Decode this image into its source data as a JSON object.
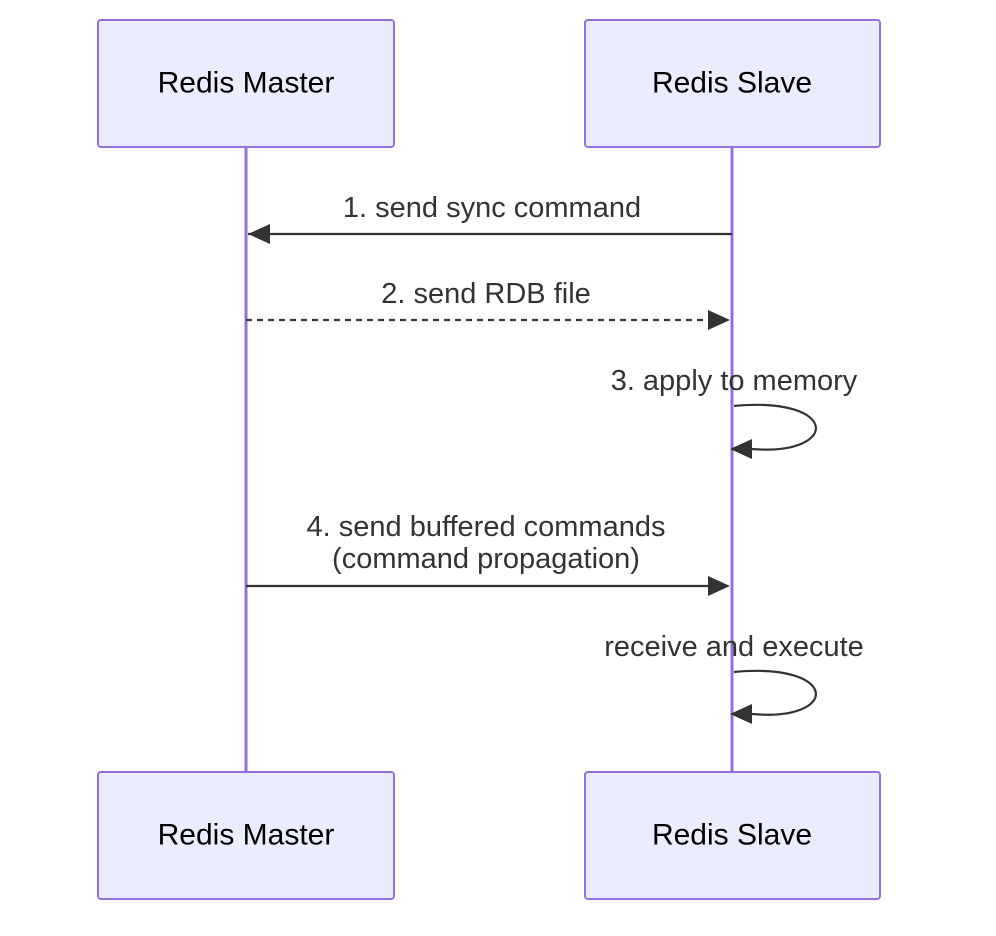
{
  "participants": {
    "master": {
      "label": "Redis Master"
    },
    "slave": {
      "label": "Redis Slave"
    }
  },
  "messages": [
    {
      "from": "slave",
      "to": "master",
      "style": "solid",
      "lines": [
        "1. send sync command"
      ]
    },
    {
      "from": "master",
      "to": "slave",
      "style": "dashed",
      "lines": [
        "2. send RDB file"
      ]
    },
    {
      "from": "slave",
      "to": "slave",
      "style": "solid",
      "lines": [
        "3. apply to memory"
      ]
    },
    {
      "from": "master",
      "to": "slave",
      "style": "solid",
      "lines": [
        "4. send buffered commands",
        "(command propagation)"
      ]
    },
    {
      "from": "slave",
      "to": "slave",
      "style": "solid",
      "lines": [
        "receive and execute"
      ]
    }
  ],
  "colors": {
    "actor_fill": "#ececff",
    "actor_border": "#9370db",
    "lifeline": "#9370db",
    "message": "#333333"
  }
}
